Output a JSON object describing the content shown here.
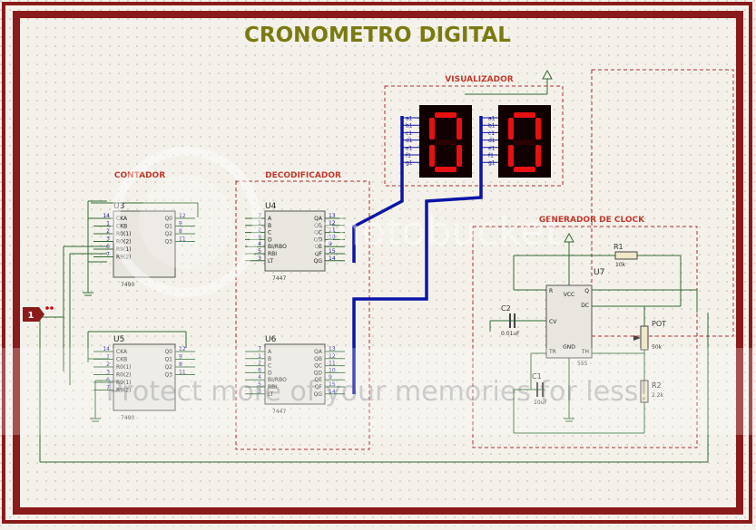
{
  "title": "CRONOMETRO DIGITAL",
  "sections": {
    "contador": "CONTADOR",
    "decodificador": "DECODIFICADOR",
    "visualizador": "VISUALIZADOR",
    "generador": "GENERADOR DE CLOCK"
  },
  "display": {
    "left_digit": "0",
    "right_digit": "0"
  },
  "components": {
    "u3": {
      "ref": "U3",
      "part": "7490",
      "pins_left": [
        "CKA",
        "CKB",
        "R0(1)",
        "R0(2)",
        "R9(1)",
        "R9(2)"
      ],
      "pins_right": [
        "Q0",
        "Q1",
        "Q2",
        "Q3"
      ],
      "nums_left": [
        "14",
        "1",
        "2",
        "3",
        "6",
        "7"
      ],
      "nums_right": [
        "12",
        "9",
        "8",
        "11"
      ]
    },
    "u5": {
      "ref": "U5",
      "part": "7490",
      "pins_left": [
        "CKA",
        "CKB",
        "R0(1)",
        "R0(2)",
        "R9(1)",
        "R9(2)"
      ],
      "pins_right": [
        "Q0",
        "Q1",
        "Q2",
        "Q3"
      ],
      "nums_left": [
        "14",
        "1",
        "2",
        "3",
        "6",
        "7"
      ],
      "nums_right": [
        "12",
        "9",
        "8",
        "11"
      ]
    },
    "u4": {
      "ref": "U4",
      "part": "7447",
      "pins_left": [
        "A",
        "B",
        "C",
        "D",
        "BI/RBO",
        "RBI",
        "LT"
      ],
      "pins_right": [
        "QA",
        "QB",
        "QC",
        "QD",
        "QE",
        "QF",
        "QG"
      ],
      "nums_left": [
        "7",
        "1",
        "2",
        "6",
        "4",
        "5",
        "3"
      ],
      "nums_right": [
        "13",
        "12",
        "11",
        "10",
        "9",
        "15",
        "14"
      ]
    },
    "u6": {
      "ref": "U6",
      "part": "7447",
      "pins_left": [
        "A",
        "B",
        "C",
        "D",
        "BI/RBO",
        "RBI",
        "LT"
      ],
      "pins_right": [
        "QA",
        "QB",
        "QC",
        "QD",
        "QE",
        "QF",
        "QG"
      ],
      "nums_left": [
        "7",
        "1",
        "2",
        "6",
        "4",
        "5",
        "3"
      ],
      "nums_right": [
        "13",
        "12",
        "11",
        "10",
        "9",
        "15",
        "14"
      ]
    },
    "u7": {
      "ref": "U7",
      "part": "555",
      "pins": [
        "R",
        "VCC",
        "Q",
        "DC",
        "CV",
        "TR",
        "GND",
        "TH"
      ]
    },
    "r1": {
      "ref": "R1",
      "value": "10k"
    },
    "r2": {
      "ref": "R2",
      "value": "2.2k"
    },
    "pot": {
      "ref": "POT",
      "value": "50k"
    },
    "c1": {
      "ref": "C1",
      "value": "10uF"
    },
    "c2": {
      "ref": "C2",
      "value": "0.01uF"
    },
    "input": {
      "label": "1"
    }
  },
  "segments": [
    "a",
    "b",
    "c",
    "d",
    "e",
    "f",
    "g"
  ],
  "watermark": {
    "brand": "photobucket",
    "tagline": "Protect more of your memories for less!"
  },
  "colors": {
    "border": "#8b1a1a",
    "title": "#7a7a10",
    "section": "#c0392b",
    "bus": "#0a14a8",
    "wire": "#2e6b2e",
    "led": "#e81010",
    "led_bg": "#100000"
  }
}
